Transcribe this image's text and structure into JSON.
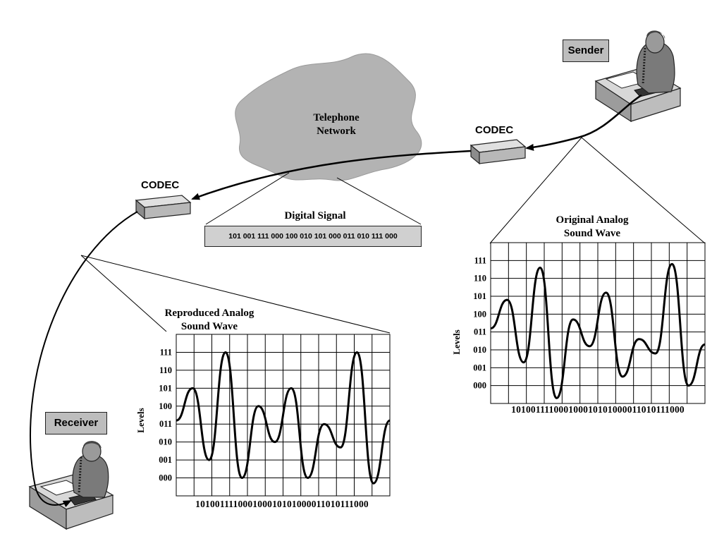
{
  "labels": {
    "sender": "Sender",
    "receiver": "Receiver",
    "codec_right": "CODEC",
    "codec_left": "CODEC",
    "network": "Telephone Network",
    "digital_signal_title": "Digital Signal",
    "digital_signal_bits": "101 001  111 000  100 010 101 000 011  010 111 000",
    "original_title": "Original Analog Sound Wave",
    "reproduced_title": "Reproduced Analog Sound Wave"
  },
  "chart_data": [
    {
      "type": "line",
      "title": "Original Analog Sound Wave",
      "ylabel": "Levels",
      "yticks": [
        "000",
        "001",
        "010",
        "011",
        "100",
        "101",
        "110",
        "111"
      ],
      "xlabel_sequence": "101001111000100010101000011010111000",
      "x": [
        0,
        1,
        2,
        3,
        4,
        5,
        6,
        7,
        8,
        9,
        10,
        11,
        12
      ],
      "values": [
        3.2,
        4.8,
        1.3,
        6.6,
        -0.7,
        3.7,
        2.2,
        5.2,
        0.5,
        2.6,
        1.8,
        6.8,
        0.0,
        2.3
      ],
      "ylim": [
        -1,
        8
      ],
      "grid": true
    },
    {
      "type": "line",
      "title": "Reproduced Analog Sound Wave",
      "ylabel": "Levels",
      "yticks": [
        "000",
        "001",
        "010",
        "011",
        "100",
        "101",
        "110",
        "111"
      ],
      "xlabel_sequence": "101001111000100010101000011010111000",
      "x": [
        0,
        1,
        2,
        3,
        4,
        5,
        6,
        7,
        8,
        9,
        10,
        11,
        12
      ],
      "values": [
        3.2,
        5.0,
        1.0,
        7.0,
        0.0,
        4.0,
        2.0,
        5.0,
        0.0,
        3.0,
        1.7,
        7.0,
        -0.3,
        3.2
      ],
      "ylim": [
        -1,
        8
      ],
      "grid": true
    }
  ]
}
